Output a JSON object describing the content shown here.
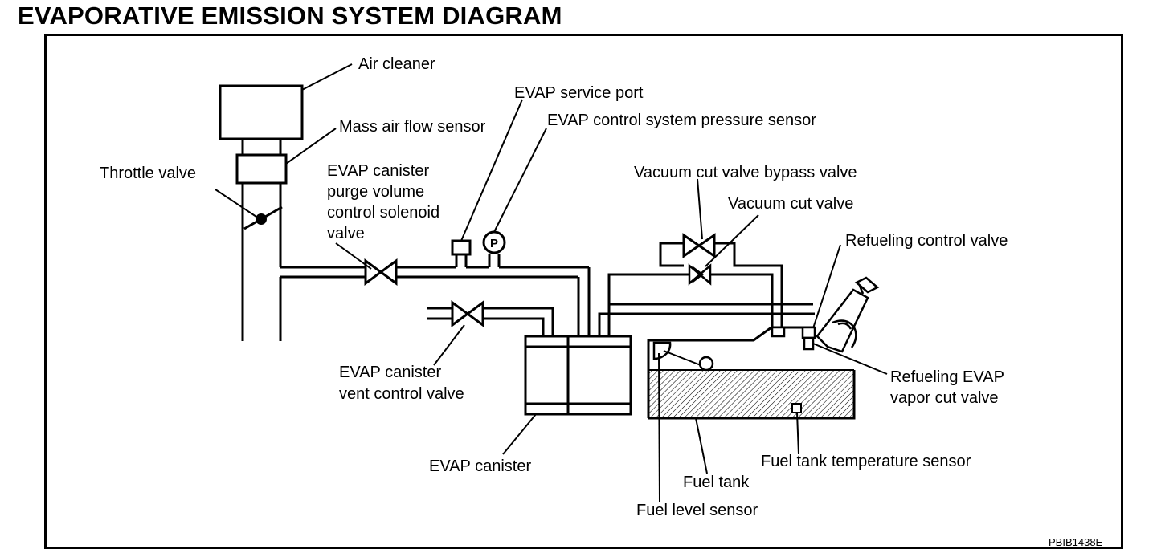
{
  "title": "EVAPORATIVE EMISSION SYSTEM DIAGRAM",
  "labels": {
    "air_cleaner": "Air cleaner",
    "maf_sensor": "Mass air flow sensor",
    "throttle_valve": "Throttle valve",
    "purge_valve": [
      "EVAP canister",
      "purge volume",
      "control solenoid",
      "valve"
    ],
    "service_port": "EVAP service port",
    "pressure_sensor": "EVAP control system pressure sensor",
    "pressure_symbol": "P",
    "bypass_valve": "Vacuum cut valve bypass valve",
    "vacuum_cut_valve": "Vacuum cut valve",
    "refueling_control_valve": "Refueling control valve",
    "vent_control_valve": [
      "EVAP canister",
      "vent control valve"
    ],
    "refueling_vapor_cut_valve": [
      "Refueling EVAP",
      "vapor cut valve"
    ],
    "canister": "EVAP canister",
    "tank_temp_sensor": "Fuel tank temperature sensor",
    "fuel_tank": "Fuel tank",
    "fuel_level_sensor": "Fuel level sensor"
  },
  "figure_code": "PBIB1438E"
}
